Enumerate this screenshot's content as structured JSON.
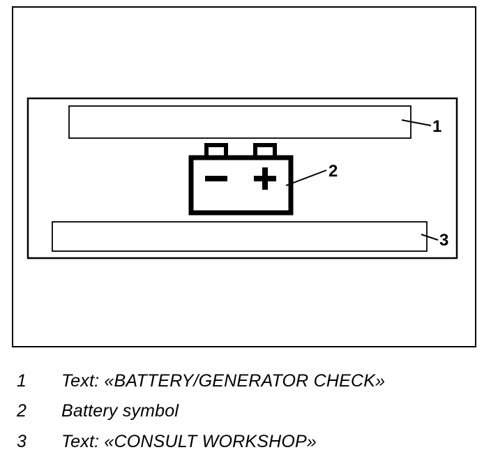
{
  "callouts": [
    {
      "number": "1"
    },
    {
      "number": "2"
    },
    {
      "number": "3"
    }
  ],
  "legend": [
    {
      "number": "1",
      "text": "Text: «BATTERY/GENERATOR CHECK»"
    },
    {
      "number": "2",
      "text": "Battery symbol"
    },
    {
      "number": "3",
      "text": "Text: «CONSULT WORKSHOP»"
    }
  ],
  "icons": {
    "battery": "battery-icon"
  },
  "colors": {
    "ink": "#000000",
    "paper": "#ffffff"
  }
}
